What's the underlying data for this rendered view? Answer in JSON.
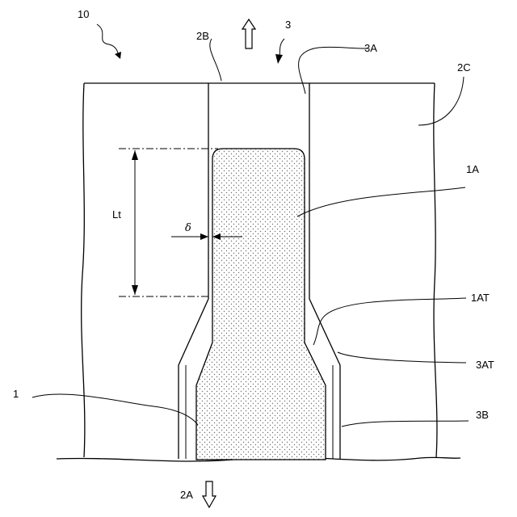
{
  "labels": {
    "ref_10": "10",
    "ref_2B": "2B",
    "ref_3": "3",
    "ref_3A": "3A",
    "ref_2C": "2C",
    "ref_1A": "1A",
    "ref_Lt": "Lt",
    "ref_delta": "δ",
    "ref_1AT": "1AT",
    "ref_3AT": "3AT",
    "ref_1": "1",
    "ref_3B": "3B",
    "ref_2A": "2A"
  },
  "colors": {
    "line": "#000000",
    "stipple": "#7a7a7a",
    "background": "#ffffff"
  }
}
